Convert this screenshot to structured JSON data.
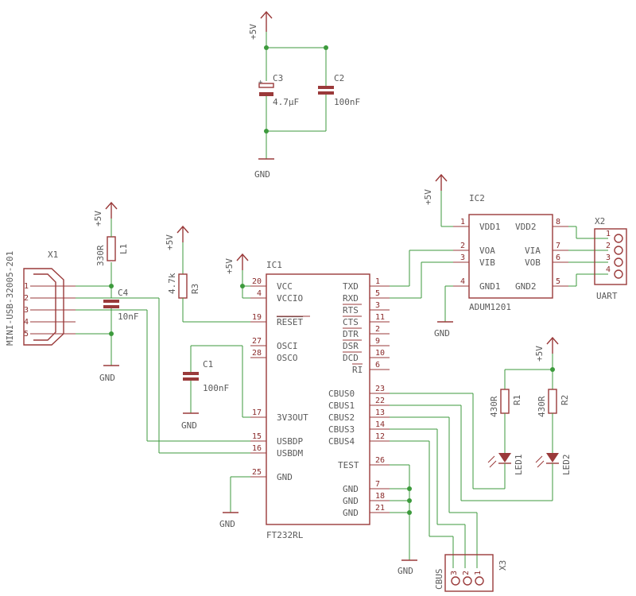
{
  "power": {
    "vcc_label": "+5V",
    "gnd_label": "GND"
  },
  "top_caps": {
    "c3": {
      "name": "C3",
      "value": "4.7µF"
    },
    "c2": {
      "name": "C2",
      "value": "100nF"
    }
  },
  "usb": {
    "name": "X1",
    "part": "MINI-USB-32005-201",
    "pins": [
      "1",
      "2",
      "3",
      "4",
      "5"
    ],
    "c4": {
      "name": "C4",
      "value": "10nF"
    },
    "l1": {
      "name": "L1",
      "value": "330R"
    }
  },
  "r3": {
    "name": "R3",
    "value": "4.7k"
  },
  "c1": {
    "name": "C1",
    "value": "100nF"
  },
  "ic1": {
    "name": "IC1",
    "part": "FT232RL",
    "left_pins": [
      {
        "num": "20",
        "label": "VCC"
      },
      {
        "num": "4",
        "label": "VCCIO"
      },
      {
        "num": "19",
        "label": "RESET"
      },
      {
        "num": "27",
        "label": "OSCI"
      },
      {
        "num": "28",
        "label": "OSCO"
      },
      {
        "num": "17",
        "label": "3V3OUT"
      },
      {
        "num": "15",
        "label": "USBDP"
      },
      {
        "num": "16",
        "label": "USBDM"
      },
      {
        "num": "25",
        "label": "GND"
      }
    ],
    "right_pins": [
      {
        "num": "1",
        "label": "TXD"
      },
      {
        "num": "5",
        "label": "RXD"
      },
      {
        "num": "3",
        "label": "RTS"
      },
      {
        "num": "11",
        "label": "CTS"
      },
      {
        "num": "2",
        "label": "DTR"
      },
      {
        "num": "9",
        "label": "DSR"
      },
      {
        "num": "10",
        "label": "DCD"
      },
      {
        "num": "6",
        "label": "RI"
      },
      {
        "num": "23",
        "label": "CBUS0"
      },
      {
        "num": "22",
        "label": "CBUS1"
      },
      {
        "num": "13",
        "label": "CBUS2"
      },
      {
        "num": "14",
        "label": "CBUS3"
      },
      {
        "num": "12",
        "label": "CBUS4"
      },
      {
        "num": "26",
        "label": "TEST"
      },
      {
        "num": "7",
        "label": "GND"
      },
      {
        "num": "18",
        "label": "GND"
      },
      {
        "num": "21",
        "label": "GND"
      }
    ]
  },
  "ic2": {
    "name": "IC2",
    "part": "ADUM1201",
    "left_pins": [
      {
        "num": "1",
        "label": "VDD1"
      },
      {
        "num": "2",
        "label": "VOA"
      },
      {
        "num": "3",
        "label": "VIB"
      },
      {
        "num": "4",
        "label": "GND1"
      }
    ],
    "right_pins": [
      {
        "num": "8",
        "label": "VDD2"
      },
      {
        "num": "7",
        "label": "VIA"
      },
      {
        "num": "6",
        "label": "VOB"
      },
      {
        "num": "5",
        "label": "GND2"
      }
    ]
  },
  "uart": {
    "name": "X2",
    "label": "UART",
    "pins": [
      "1",
      "2",
      "3",
      "4"
    ]
  },
  "leds": {
    "r1": {
      "name": "R1",
      "value": "430R"
    },
    "r2": {
      "name": "R2",
      "value": "430R"
    },
    "led1": "LED1",
    "led2": "LED2"
  },
  "x3": {
    "name": "X3",
    "label": "CBUS",
    "pins": [
      "3",
      "2",
      "1"
    ]
  }
}
